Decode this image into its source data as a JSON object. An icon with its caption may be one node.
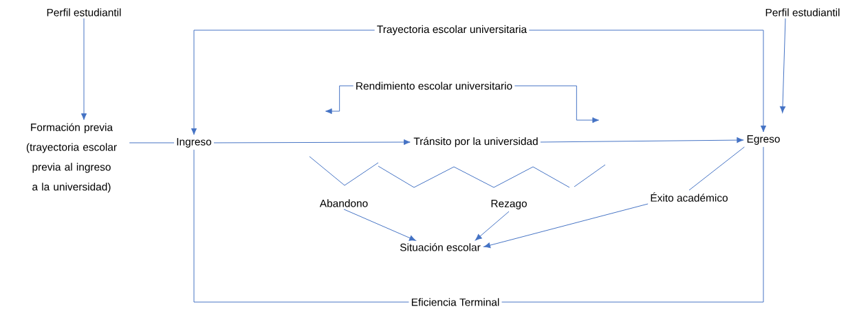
{
  "diagram": {
    "nodes": [
      {
        "text": [
          "Perfil estudiantil"
        ]
      },
      {
        "text": [
          "Perfil estudiantil"
        ]
      },
      {
        "text": [
          "Trayectoria escolar universitaria"
        ]
      },
      {
        "text": [
          "Rendimiento escolar universitario"
        ]
      },
      {
        "text": [
          "Formación previa (trayectoria escolar previa al ingreso a la universidad)"
        ]
      },
      {
        "text": [
          "Ingreso"
        ]
      },
      {
        "text": [
          "Tránsito por la universidad"
        ]
      },
      {
        "text": [
          "Egreso"
        ]
      },
      {
        "text": [
          "Abandono"
        ]
      },
      {
        "text": [
          "Rezago"
        ]
      },
      {
        "text": [
          "Éxito académico"
        ]
      },
      {
        "text": [
          "Situación escolar"
        ]
      },
      {
        "text": [
          "Eficiencia Terminal"
        ]
      }
    ],
    "edges": [
      {
        "from": 0,
        "to": 4,
        "arrow": "to"
      },
      {
        "from": 1,
        "to": 7,
        "arrow": "to"
      },
      {
        "from": 2,
        "to": 5,
        "arrow": "to"
      },
      {
        "from": 2,
        "to": 7,
        "arrow": "to"
      },
      {
        "from": 3,
        "to": null,
        "arrow": "to"
      },
      {
        "from": 3,
        "to": null,
        "arrow": "to"
      },
      {
        "from": 4,
        "to": 5,
        "arrow": "none"
      },
      {
        "from": 5,
        "to": 6,
        "arrow": "to"
      },
      {
        "from": 6,
        "to": 7,
        "arrow": "to"
      },
      {
        "from": 7,
        "to": 10,
        "arrow": "none"
      },
      {
        "from": 8,
        "to": 11,
        "arrow": "to"
      },
      {
        "from": 9,
        "to": 11,
        "arrow": "to"
      },
      {
        "from": 10,
        "to": 11,
        "arrow": "to"
      },
      {
        "from": 5,
        "to": 12,
        "arrow": "none"
      },
      {
        "from": 7,
        "to": 12,
        "arrow": "none"
      }
    ]
  }
}
